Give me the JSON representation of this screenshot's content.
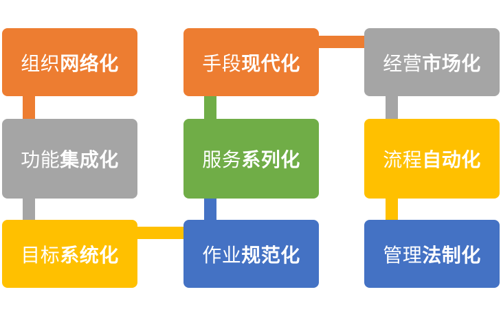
{
  "boxes": [
    {
      "id": "b1",
      "light": "组织",
      "bold": "网络化",
      "color": "#ED7D31"
    },
    {
      "id": "b2",
      "light": "手段",
      "bold": "现代化",
      "color": "#ED7D31"
    },
    {
      "id": "b3",
      "light": "经营",
      "bold": "市场化",
      "color": "#A5A5A5"
    },
    {
      "id": "b4",
      "light": "功能",
      "bold": "集成化",
      "color": "#A5A5A5"
    },
    {
      "id": "b5",
      "light": "服务",
      "bold": "系列化",
      "color": "#70AD47"
    },
    {
      "id": "b6",
      "light": "流程",
      "bold": "自动化",
      "color": "#FFC000"
    },
    {
      "id": "b7",
      "light": "目标",
      "bold": "系统化",
      "color": "#FFC000"
    },
    {
      "id": "b8",
      "light": "作业",
      "bold": "规范化",
      "color": "#4472C4"
    },
    {
      "id": "b9",
      "light": "管理",
      "bold": "法制化",
      "color": "#4472C4"
    }
  ],
  "connector_colors": {
    "c1": "#ED7D31",
    "c2": "#A5A5A5",
    "c3": "#FFC000",
    "c4": "#4472C4",
    "c5": "#70AD47",
    "c6": "#ED7D31",
    "c7": "#A5A5A5",
    "c8": "#FFC000"
  }
}
